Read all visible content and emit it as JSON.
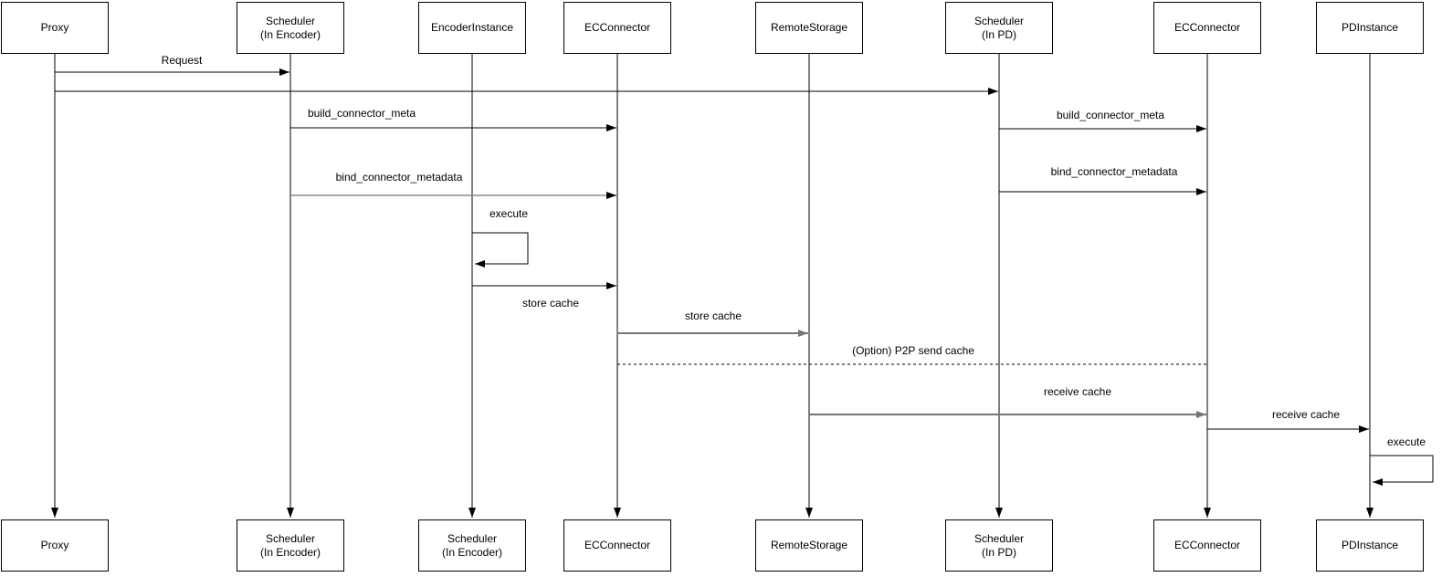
{
  "diagram": {
    "type": "sequence-diagram",
    "background_color": "#ffffff",
    "colors": {
      "line": "#000000",
      "gray_line": "#757575",
      "faded_line": "#8a8a8a",
      "box_fill": "#ffffff",
      "box_border": "#000000",
      "text": "#000000"
    },
    "actors_top": [
      {
        "label": "Proxy"
      },
      {
        "label": "Scheduler\n(In Encoder)"
      },
      {
        "label": "EncoderInstance"
      },
      {
        "label": "ECConnector"
      },
      {
        "label": "RemoteStorage"
      },
      {
        "label": "Scheduler\n(In PD)"
      },
      {
        "label": "ECConnector"
      },
      {
        "label": "PDInstance"
      }
    ],
    "actors_bottom": [
      {
        "label": "Proxy"
      },
      {
        "label": "Scheduler\n(In Encoder)"
      },
      {
        "label": "Scheduler\n(In Encoder)"
      },
      {
        "label": "ECConnector"
      },
      {
        "label": "RemoteStorage"
      },
      {
        "label": "Scheduler\n(In PD)"
      },
      {
        "label": "ECConnector"
      },
      {
        "label": "PDInstance"
      }
    ],
    "messages": [
      {
        "label": "Request",
        "from": "Proxy",
        "to": "Scheduler (In Encoder)",
        "line": "solid black arrow"
      },
      {
        "label": "",
        "from": "Proxy",
        "to": "Scheduler (In PD)",
        "line": "solid black arrow"
      },
      {
        "label": "build_connector_meta",
        "from": "Scheduler (In Encoder)",
        "to": "ECConnector",
        "line": "solid black arrow"
      },
      {
        "label": "build_connector_meta",
        "from": "Scheduler (In PD)",
        "to": "ECConnector",
        "line": "solid black arrow"
      },
      {
        "label": "bind_connector_metadata",
        "from": "Scheduler (In Encoder)",
        "to": "ECConnector",
        "line": "solid gray arrow"
      },
      {
        "label": "bind_connector_metadata",
        "from": "Scheduler (In PD)",
        "to": "ECConnector",
        "line": "solid black arrow"
      },
      {
        "label": "execute",
        "from": "EncoderInstance",
        "to": "EncoderInstance",
        "line": "self loop arrow"
      },
      {
        "label": "store cache",
        "from": "EncoderInstance",
        "to": "ECConnector",
        "line": "solid black arrow"
      },
      {
        "label": "store cache",
        "from": "ECConnector",
        "to": "RemoteStorage",
        "line": "thick gray arrow"
      },
      {
        "label": "(Option) P2P send cache",
        "from": "ECConnector",
        "to": "ECConnector",
        "line": "dashed black line"
      },
      {
        "label": "receive cache",
        "from": "RemoteStorage",
        "to": "ECConnector",
        "line": "thick gray arrow"
      },
      {
        "label": "receive cache",
        "from": "ECConnector",
        "to": "PDInstance",
        "line": "solid black arrow"
      },
      {
        "label": "execute",
        "from": "PDInstance",
        "to": "PDInstance",
        "line": "self loop arrow"
      }
    ]
  }
}
